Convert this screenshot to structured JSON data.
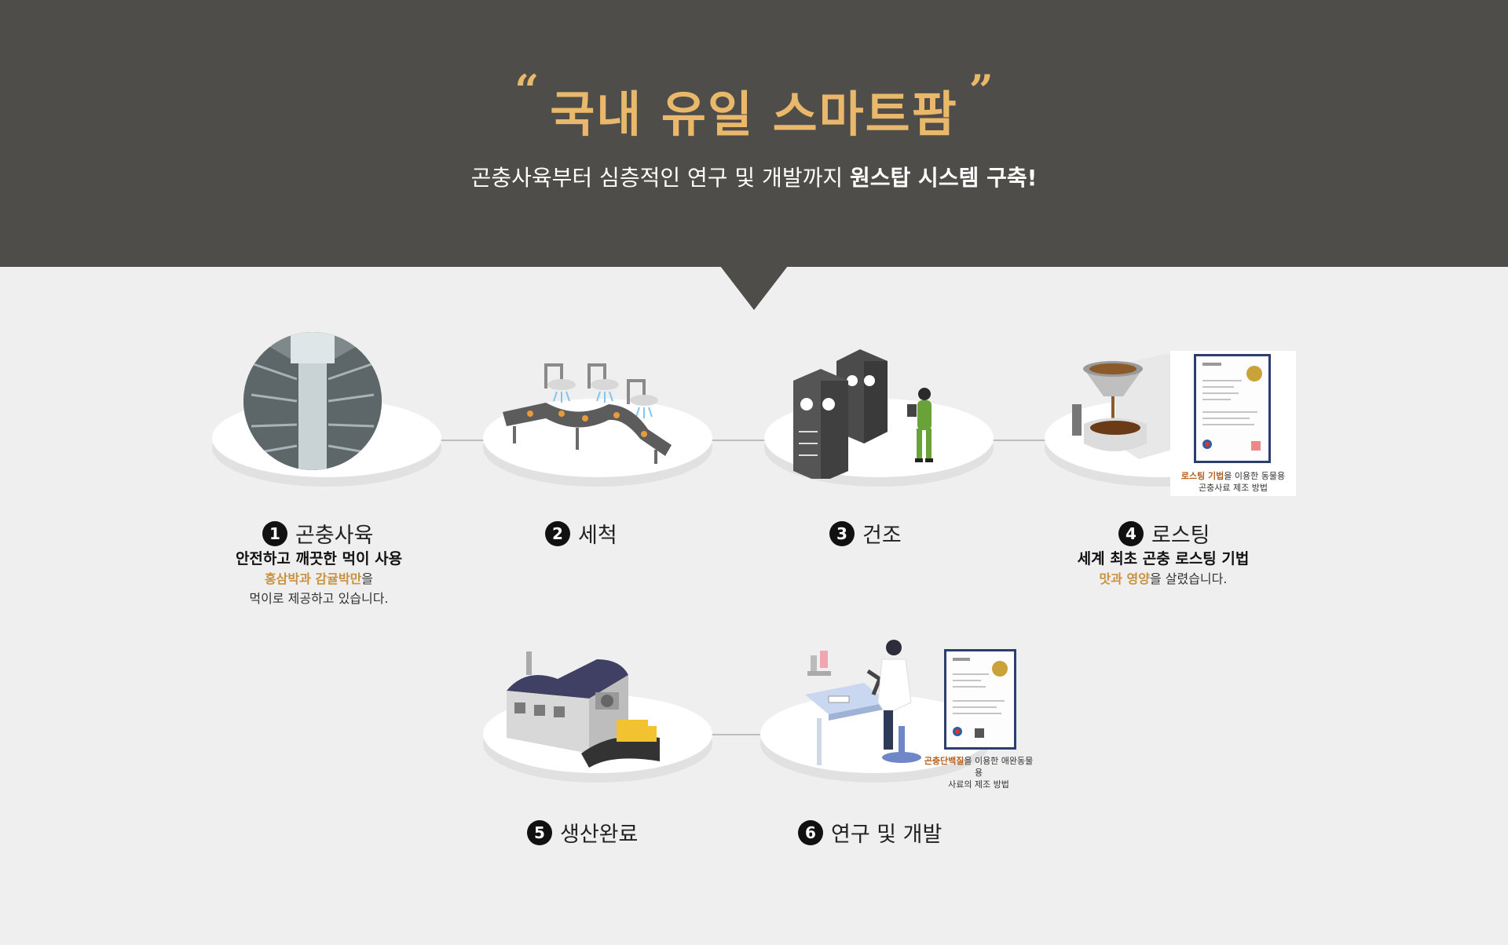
{
  "header": {
    "open_quote": "“",
    "title": "국내 유일 스마트팜",
    "close_quote": "”",
    "subtitle_plain": "곤충사육부터 심층적인 연구 및 개발까지 ",
    "subtitle_bold": "원스탑 시스템 구축!"
  },
  "steps": [
    {
      "num": "1",
      "title": "곤충사육",
      "line1": "안전하고 깨끗한 먹이 사용",
      "hl": "홍삼박과 감귤박만",
      "rest": "을",
      "line3": "먹이로 제공하고 있습니다."
    },
    {
      "num": "2",
      "title": "세척"
    },
    {
      "num": "3",
      "title": "건조"
    },
    {
      "num": "4",
      "title": "로스팅",
      "line1": "세계 최초 곤충 로스팅 기법",
      "hl": "맛과 영양",
      "rest": "을 살렸습니다."
    },
    {
      "num": "5",
      "title": "생산완료"
    },
    {
      "num": "6",
      "title": "연구 및 개발"
    }
  ],
  "certs": [
    {
      "hl": "로스팅 기법",
      "rest": "을 이용한 동물용",
      "line2": "곤충사료 제조 방법"
    },
    {
      "hl": "곤충단백질",
      "rest": "을 이용한 애완동물용",
      "line2": "사료의 제조 방법"
    }
  ],
  "colors": {
    "header_bg": "#4f4d4a",
    "accent": "#e9b86a",
    "highlight": "#c9913e",
    "page_bg": "#efefef"
  }
}
